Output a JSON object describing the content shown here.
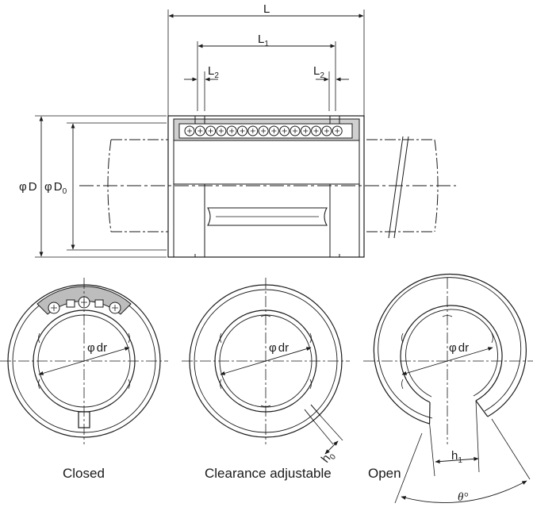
{
  "dimensions": {
    "L": "L",
    "L1_base": "L",
    "L1_sub": "1",
    "L2_base": "L",
    "L2_sub": "2",
    "phi": "φ",
    "D": "D",
    "D0_base": "D",
    "D0_sub": "0",
    "dr": "dr",
    "h0_base": "h",
    "h0_sub": "0",
    "h1_base": "h",
    "h1_sub": "1",
    "theta": "θ",
    "degree": "°"
  },
  "captions": {
    "closed": "Closed",
    "adjustable": "Clearance adjustable",
    "open": "Open"
  }
}
